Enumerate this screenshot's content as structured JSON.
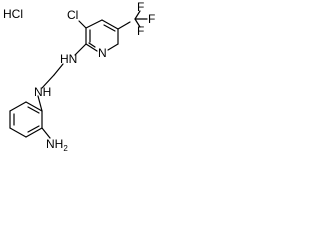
{
  "molecule": {
    "salt": "HCl",
    "chloro": "Cl",
    "trifluoromethyl": {
      "f_top": "F",
      "f_right": "F",
      "f_bottom": "F"
    },
    "pyridine_n": "N",
    "amine_upper": "HN",
    "amine_lower": "NH",
    "amino": {
      "symbol": "NH",
      "subscript": "2"
    }
  }
}
